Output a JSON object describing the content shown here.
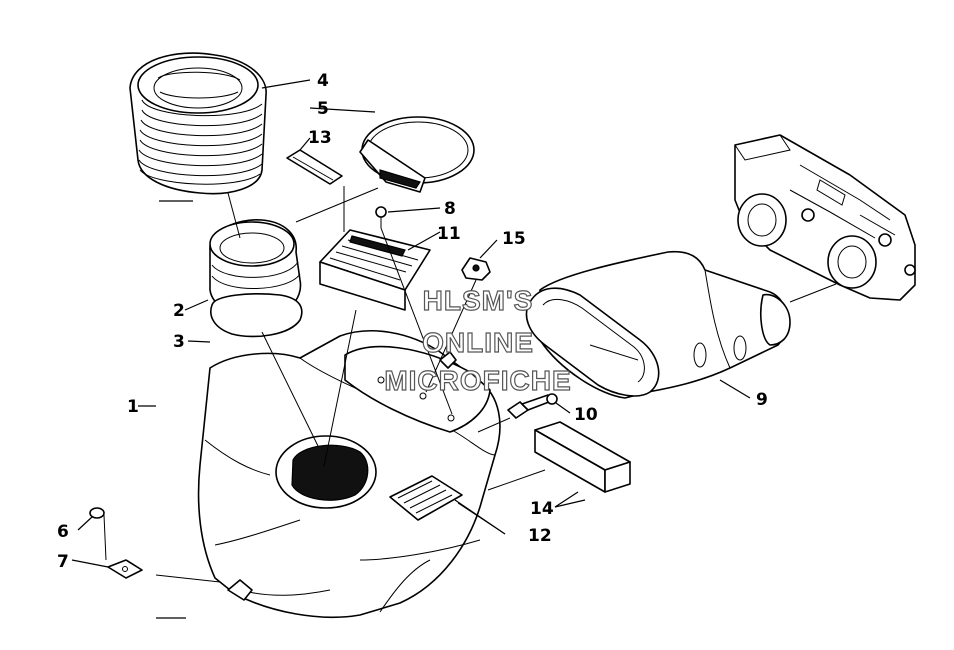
{
  "callouts": {
    "c1": "1",
    "c2": "2",
    "c3": "3",
    "c4": "4",
    "c5": "5",
    "c6": "6",
    "c7": "7",
    "c8": "8",
    "c9": "9",
    "c10": "10",
    "c11": "11",
    "c12": "12",
    "c13": "13",
    "c14": "14",
    "c15": "15"
  },
  "watermark": {
    "line1": "HLSM'S",
    "line2": "ONLINE",
    "line3": "MICROFICHE"
  }
}
